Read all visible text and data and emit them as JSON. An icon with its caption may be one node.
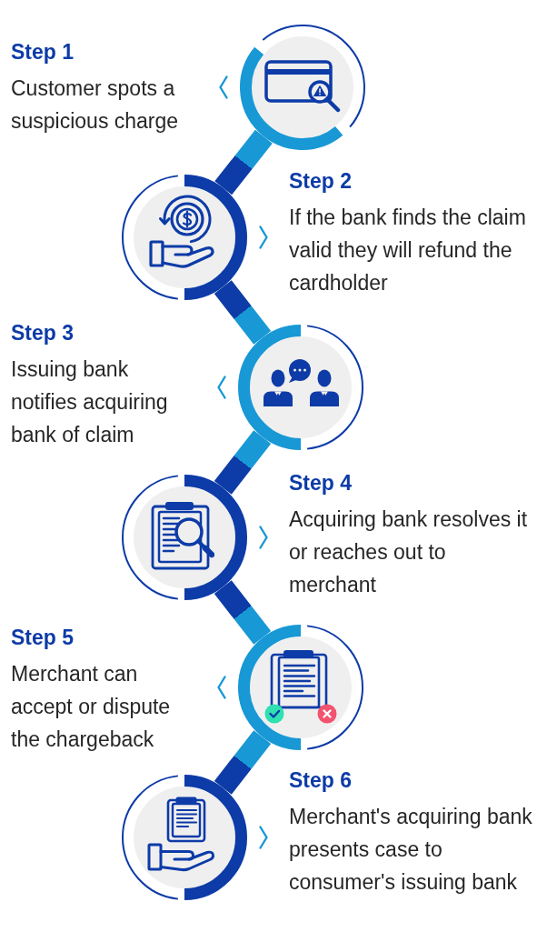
{
  "diagram": {
    "nodes": [
      {
        "text": [],
        "shape": "circle",
        "beside": [
          "Step 1",
          "Customer spots a suspicious charge"
        ]
      },
      {
        "text": [],
        "shape": "circle",
        "beside": [
          "Step 2",
          "If the bank finds the claim valid they will refund the cardholder"
        ]
      },
      {
        "text": [],
        "shape": "circle",
        "beside": [
          "Step 3",
          "Issuing bank notifies acquiring bank of claim"
        ]
      },
      {
        "text": [],
        "shape": "circle",
        "beside": [
          "Step 4",
          "Acquiring bank resolves it or reaches out to merchant"
        ]
      },
      {
        "text": [],
        "shape": "circle",
        "beside": [
          "Step 5",
          "Merchant can accept or dispute the chargeback"
        ]
      },
      {
        "text": [],
        "shape": "circle",
        "beside": [
          "Step 6",
          "Merchant's acquiring bank presents case to consumer's issuing bank"
        ]
      }
    ],
    "edges": [
      {
        "from": 0,
        "to": 1,
        "arrow": "none"
      },
      {
        "from": 1,
        "to": 2,
        "arrow": "none"
      },
      {
        "from": 2,
        "to": 3,
        "arrow": "none"
      },
      {
        "from": 3,
        "to": 4,
        "arrow": "none"
      },
      {
        "from": 4,
        "to": 5,
        "arrow": "none"
      }
    ]
  }
}
